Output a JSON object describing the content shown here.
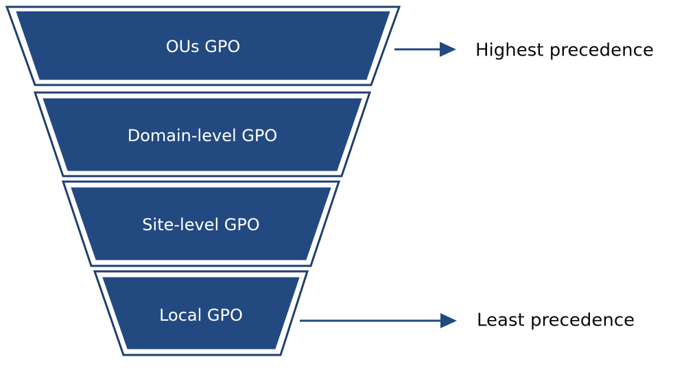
{
  "tiers": [
    {
      "label": "OUs GPO"
    },
    {
      "label": "Domain-level GPO"
    },
    {
      "label": "Site-level GPO"
    },
    {
      "label": "Local GPO"
    }
  ],
  "annotations": {
    "top": "Highest precedence",
    "bottom": "Least precedence"
  },
  "colors": {
    "tier_fill": "#234a80",
    "tier_outline": "#1f3f6c",
    "arrow": "#234a80",
    "text_dark": "#0a0a0a"
  }
}
